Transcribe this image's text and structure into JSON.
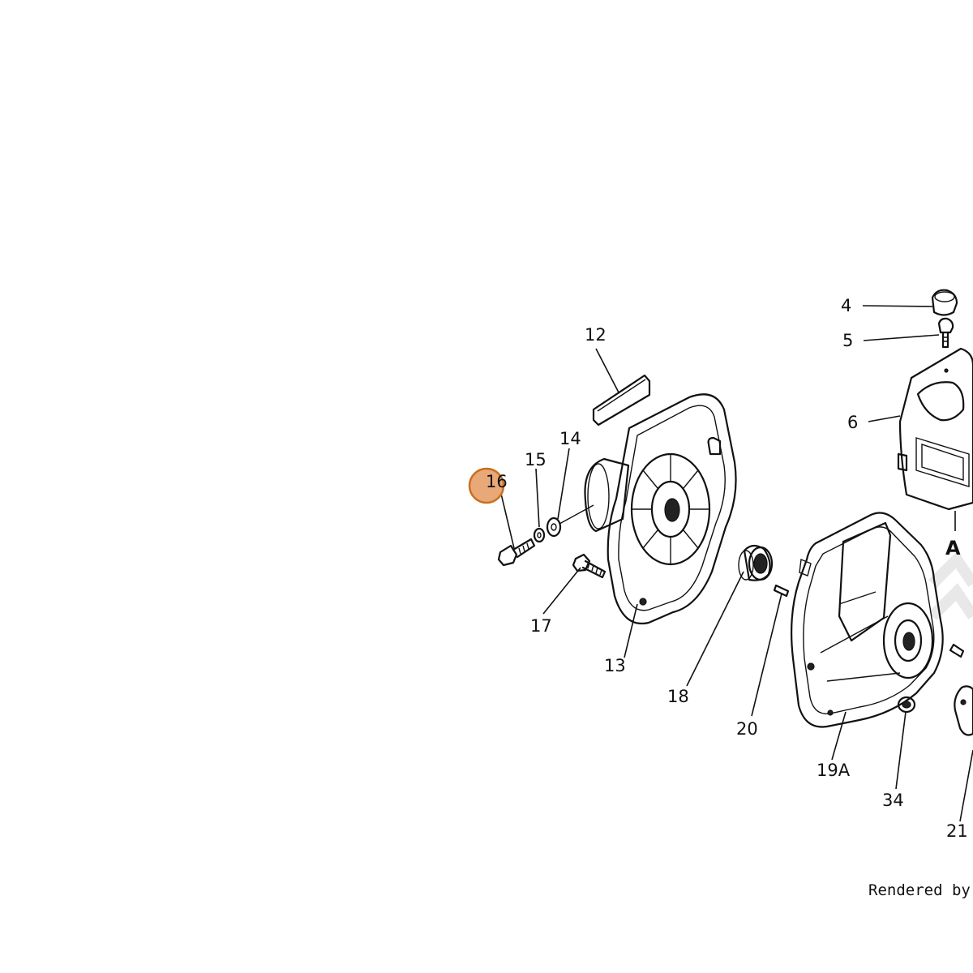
{
  "diagram": {
    "callouts": [
      "4",
      "5",
      "6",
      "12",
      "13",
      "14",
      "15",
      "16",
      "17",
      "18",
      "19A",
      "20",
      "21",
      "34"
    ],
    "section_marker": "A",
    "highlight": {
      "callout": "16",
      "color": "#e8a878",
      "border_color": "#c8701f"
    }
  },
  "footer": {
    "credit": "Rendered by Lea"
  }
}
